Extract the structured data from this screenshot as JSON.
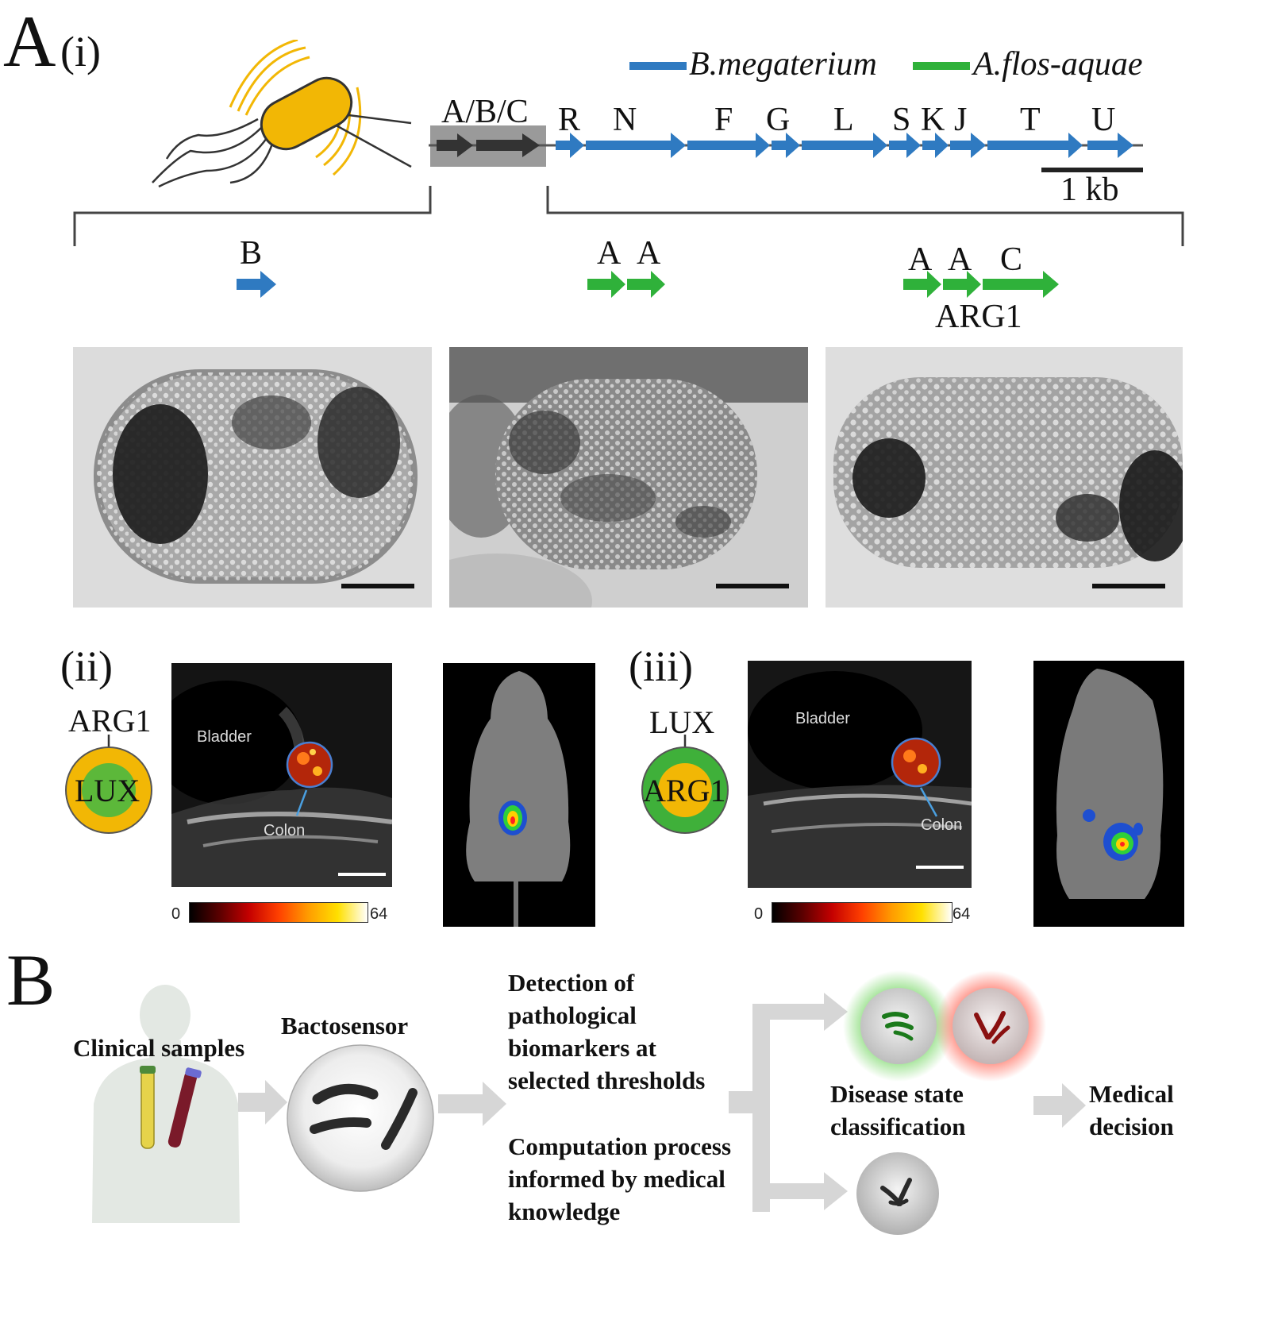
{
  "panel_a": {
    "letter": "A",
    "sub_i": "(i)",
    "legend": {
      "b_megaterium": "B.megaterium",
      "a_flos_aquae": "A.flos-aquae"
    },
    "operon_label": "A/B/C",
    "genes": [
      "R",
      "N",
      "F",
      "G",
      "L",
      "S",
      "K",
      "J",
      "T",
      "U"
    ],
    "scale_label": "1 kb",
    "cluster_left": [
      "B"
    ],
    "cluster_mid": [
      "A",
      "A"
    ],
    "cluster_right": [
      "A",
      "A",
      "C"
    ],
    "cluster_right_name": "ARG1",
    "colors": {
      "blue": "#2f7ac1",
      "green": "#2fb13a",
      "bacterium": "#f2b705"
    }
  },
  "panel_ii": {
    "label": "(ii)",
    "ring_outer": "ARG1",
    "ring_inner": "LUX",
    "bladder": "Bladder",
    "colon": "Colon",
    "cbar_min": "0",
    "cbar_max": "64"
  },
  "panel_iii": {
    "label": "(iii)",
    "ring_outer": "LUX",
    "ring_inner": "ARG1",
    "bladder": "Bladder",
    "colon": "Colon",
    "cbar_min": "0",
    "cbar_max": "64"
  },
  "panel_b": {
    "letter": "B",
    "clinical": "Clinical samples",
    "bactosensor": "Bactosensor",
    "detection": [
      "Detection of",
      "pathological",
      "biomarkers  at",
      "selected thresholds"
    ],
    "computation": [
      "Computation process",
      "informed by medical",
      "knowledge"
    ],
    "disease": [
      "Disease state",
      "classification"
    ],
    "medical": [
      "Medical",
      "decision"
    ]
  }
}
